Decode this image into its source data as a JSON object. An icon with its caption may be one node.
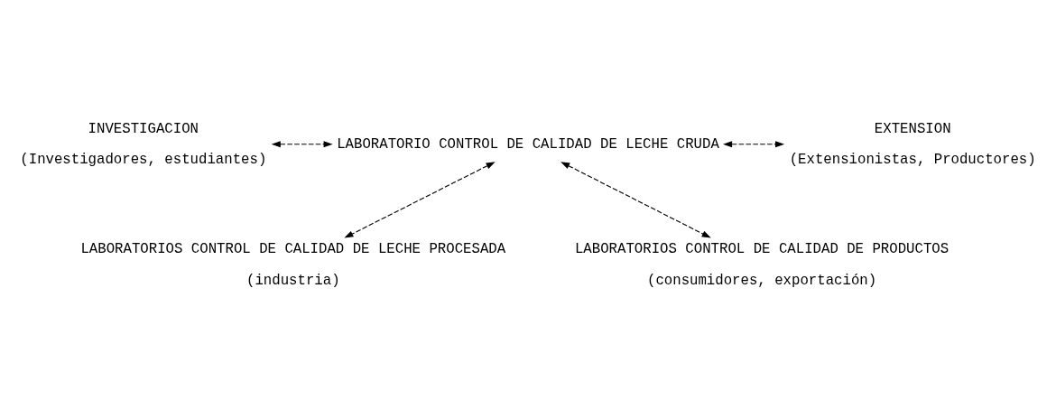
{
  "diagram": {
    "nodes": [
      {
        "text": [
          "INVESTIGACION",
          "(Investigadores, estudiantes)"
        ]
      },
      {
        "text": [
          "LABORATORIO CONTROL DE CALIDAD DE LECHE CRUDA"
        ]
      },
      {
        "text": [
          "EXTENSION",
          "(Extensionistas, Productores)"
        ]
      },
      {
        "text": [
          "LABORATORIOS CONTROL DE CALIDAD DE LECHE PROCESADA",
          "(industria)"
        ]
      },
      {
        "text": [
          "LABORATORIOS CONTROL DE CALIDAD DE PRODUCTOS",
          "(consumidores, exportación)"
        ]
      }
    ],
    "edges": [
      {
        "from": 0,
        "to": 1,
        "arrow": "both",
        "style": "dashed"
      },
      {
        "from": 1,
        "to": 2,
        "arrow": "both",
        "style": "dashed"
      },
      {
        "from": 1,
        "to": 3,
        "arrow": "both",
        "style": "dashed"
      },
      {
        "from": 1,
        "to": 4,
        "arrow": "both",
        "style": "dashed"
      }
    ]
  }
}
